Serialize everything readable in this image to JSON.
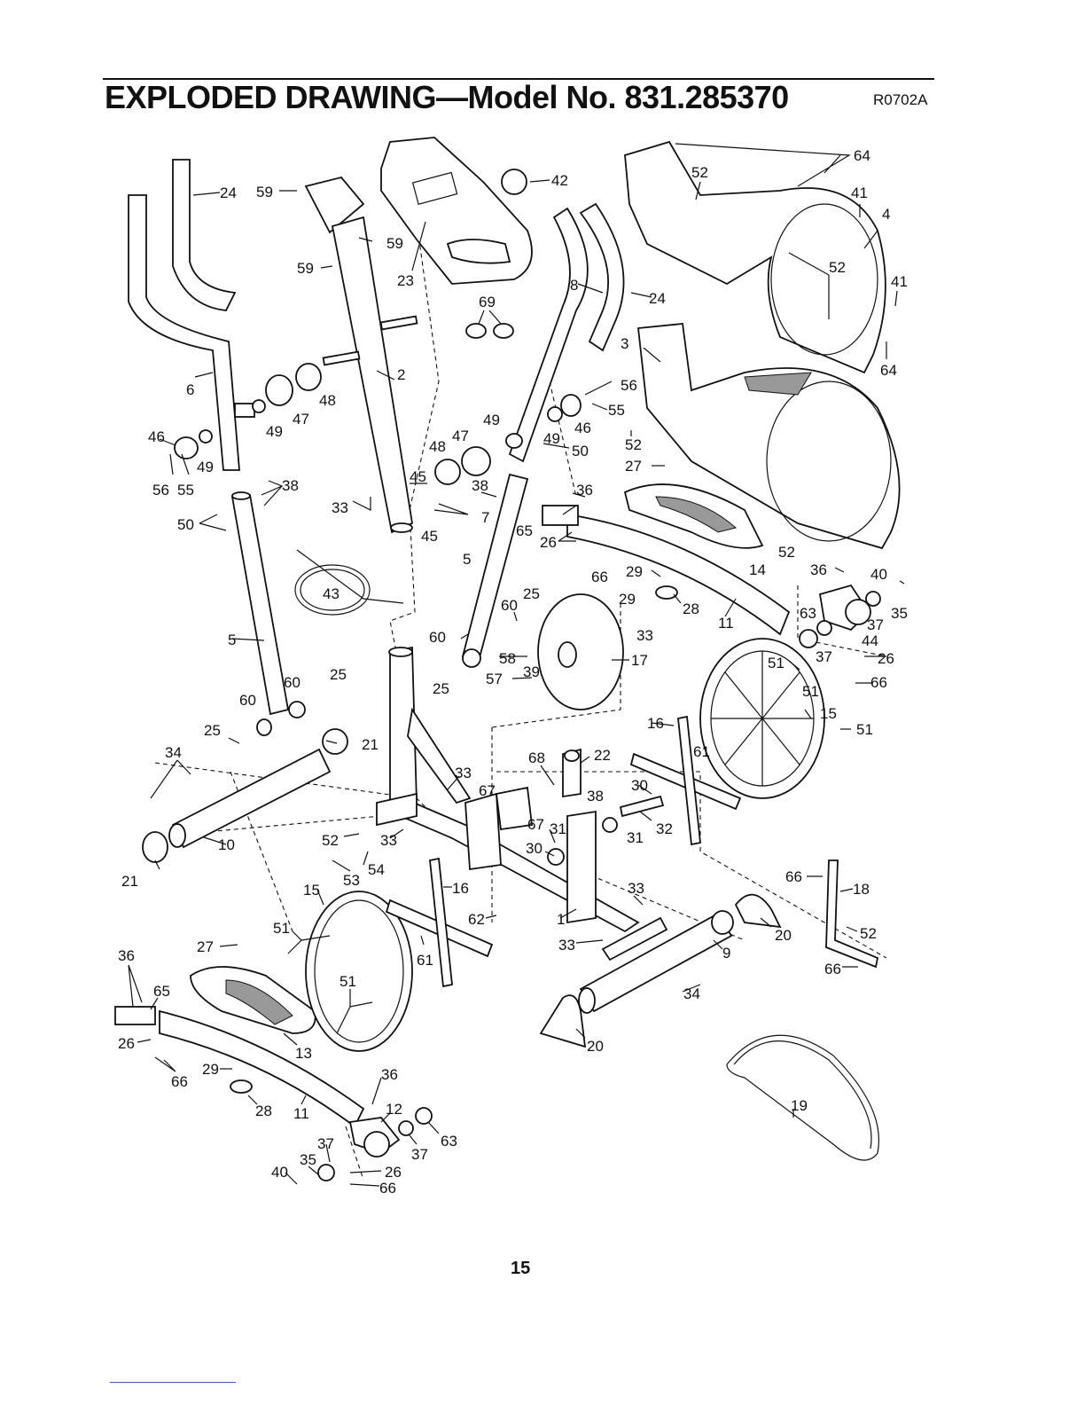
{
  "header": {
    "title": "EXPLODED DRAWING—Model No. 831.285370",
    "code": "R0702A"
  },
  "footer": {
    "page_number": "15"
  },
  "callouts": [
    {
      "id": "c24a",
      "text": "24"
    },
    {
      "id": "c59a",
      "text": "59"
    },
    {
      "id": "c59b",
      "text": "59"
    },
    {
      "id": "c59c",
      "text": "59"
    },
    {
      "id": "c42",
      "text": "42"
    },
    {
      "id": "c23",
      "text": "23"
    },
    {
      "id": "c69",
      "text": "69"
    },
    {
      "id": "c8",
      "text": "8"
    },
    {
      "id": "c24b",
      "text": "24"
    },
    {
      "id": "c64a",
      "text": "64"
    },
    {
      "id": "c52a",
      "text": "52"
    },
    {
      "id": "c41a",
      "text": "41"
    },
    {
      "id": "c4",
      "text": "4"
    },
    {
      "id": "c52b",
      "text": "52"
    },
    {
      "id": "c41b",
      "text": "41"
    },
    {
      "id": "c64b",
      "text": "64"
    },
    {
      "id": "c3",
      "text": "3"
    },
    {
      "id": "c6",
      "text": "6"
    },
    {
      "id": "c2",
      "text": "2"
    },
    {
      "id": "c48a",
      "text": "48"
    },
    {
      "id": "c47a",
      "text": "47"
    },
    {
      "id": "c49a",
      "text": "49"
    },
    {
      "id": "c46a",
      "text": "46"
    },
    {
      "id": "c49b",
      "text": "49"
    },
    {
      "id": "c56a",
      "text": "56"
    },
    {
      "id": "c55a",
      "text": "55"
    },
    {
      "id": "c56b",
      "text": "56"
    },
    {
      "id": "c55b",
      "text": "55"
    },
    {
      "id": "c49c",
      "text": "49"
    },
    {
      "id": "c47b",
      "text": "47"
    },
    {
      "id": "c48b",
      "text": "48"
    },
    {
      "id": "c49d",
      "text": "49"
    },
    {
      "id": "c46b",
      "text": "46"
    },
    {
      "id": "c52c",
      "text": "52"
    },
    {
      "id": "c50a",
      "text": "50"
    },
    {
      "id": "c45a",
      "text": "45"
    },
    {
      "id": "c38a",
      "text": "38"
    },
    {
      "id": "c38b",
      "text": "38"
    },
    {
      "id": "c36a",
      "text": "36"
    },
    {
      "id": "c27a",
      "text": "27"
    },
    {
      "id": "c33a",
      "text": "33"
    },
    {
      "id": "c7",
      "text": "7"
    },
    {
      "id": "c45b",
      "text": "45"
    },
    {
      "id": "c50b",
      "text": "50"
    },
    {
      "id": "c65a",
      "text": "65"
    },
    {
      "id": "c26a",
      "text": "26"
    },
    {
      "id": "c66a",
      "text": "66"
    },
    {
      "id": "c14",
      "text": "14"
    },
    {
      "id": "c52d",
      "text": "52"
    },
    {
      "id": "c5a",
      "text": "5"
    },
    {
      "id": "c29a",
      "text": "29"
    },
    {
      "id": "c28a",
      "text": "28"
    },
    {
      "id": "c36b",
      "text": "36"
    },
    {
      "id": "c40a",
      "text": "40"
    },
    {
      "id": "c43",
      "text": "43"
    },
    {
      "id": "c60a",
      "text": "60"
    },
    {
      "id": "c25a",
      "text": "25"
    },
    {
      "id": "c29b",
      "text": "29"
    },
    {
      "id": "c33b",
      "text": "33"
    },
    {
      "id": "c11a",
      "text": "11"
    },
    {
      "id": "c63a",
      "text": "63"
    },
    {
      "id": "c37a",
      "text": "37"
    },
    {
      "id": "c35a",
      "text": "35"
    },
    {
      "id": "c44",
      "text": "44"
    },
    {
      "id": "c5b",
      "text": "5"
    },
    {
      "id": "c60b",
      "text": "60"
    },
    {
      "id": "c58",
      "text": "58"
    },
    {
      "id": "c17",
      "text": "17"
    },
    {
      "id": "c37b",
      "text": "37"
    },
    {
      "id": "c26b",
      "text": "26"
    },
    {
      "id": "c51a",
      "text": "51"
    },
    {
      "id": "c51b",
      "text": "51"
    },
    {
      "id": "c66b",
      "text": "66"
    },
    {
      "id": "c60c",
      "text": "60"
    },
    {
      "id": "c25b",
      "text": "25"
    },
    {
      "id": "c57",
      "text": "57"
    },
    {
      "id": "c39",
      "text": "39"
    },
    {
      "id": "c25c",
      "text": "25"
    },
    {
      "id": "c60d",
      "text": "60"
    },
    {
      "id": "c15a",
      "text": "15"
    },
    {
      "id": "c51c",
      "text": "51"
    },
    {
      "id": "c16a",
      "text": "16"
    },
    {
      "id": "c25d",
      "text": "25"
    },
    {
      "id": "c21a",
      "text": "21"
    },
    {
      "id": "c34a",
      "text": "34"
    },
    {
      "id": "c68",
      "text": "68"
    },
    {
      "id": "c22",
      "text": "22"
    },
    {
      "id": "c61a",
      "text": "61"
    },
    {
      "id": "c33c",
      "text": "33"
    },
    {
      "id": "c38c",
      "text": "38"
    },
    {
      "id": "c30a",
      "text": "30"
    },
    {
      "id": "c67a",
      "text": "67"
    },
    {
      "id": "c67b",
      "text": "67"
    },
    {
      "id": "c31a",
      "text": "31"
    },
    {
      "id": "c32",
      "text": "32"
    },
    {
      "id": "c31b",
      "text": "31"
    },
    {
      "id": "c10",
      "text": "10"
    },
    {
      "id": "c52e",
      "text": "52"
    },
    {
      "id": "c33d",
      "text": "33"
    },
    {
      "id": "c30b",
      "text": "30"
    },
    {
      "id": "c21b",
      "text": "21"
    },
    {
      "id": "c53",
      "text": "53"
    },
    {
      "id": "c54",
      "text": "54"
    },
    {
      "id": "c15b",
      "text": "15"
    },
    {
      "id": "c16b",
      "text": "16"
    },
    {
      "id": "c33e",
      "text": "33"
    },
    {
      "id": "c66c",
      "text": "66"
    },
    {
      "id": "c18",
      "text": "18"
    },
    {
      "id": "c62",
      "text": "62"
    },
    {
      "id": "c1",
      "text": "1"
    },
    {
      "id": "c20a",
      "text": "20"
    },
    {
      "id": "c52f",
      "text": "52"
    },
    {
      "id": "c51d",
      "text": "51"
    },
    {
      "id": "c61b",
      "text": "61"
    },
    {
      "id": "c33f",
      "text": "33"
    },
    {
      "id": "c9",
      "text": "9"
    },
    {
      "id": "c66d",
      "text": "66"
    },
    {
      "id": "c36c",
      "text": "36"
    },
    {
      "id": "c27b",
      "text": "27"
    },
    {
      "id": "c65b",
      "text": "65"
    },
    {
      "id": "c51e",
      "text": "51"
    },
    {
      "id": "c34b",
      "text": "34"
    },
    {
      "id": "c20b",
      "text": "20"
    },
    {
      "id": "c26c",
      "text": "26"
    },
    {
      "id": "c13",
      "text": "13"
    },
    {
      "id": "c66e",
      "text": "66"
    },
    {
      "id": "c29c",
      "text": "29"
    },
    {
      "id": "c36d",
      "text": "36"
    },
    {
      "id": "c28b",
      "text": "28"
    },
    {
      "id": "c11b",
      "text": "11"
    },
    {
      "id": "c12",
      "text": "12"
    },
    {
      "id": "c19",
      "text": "19"
    },
    {
      "id": "c37c",
      "text": "37"
    },
    {
      "id": "c63b",
      "text": "63"
    },
    {
      "id": "c37d",
      "text": "37"
    },
    {
      "id": "c35b",
      "text": "35"
    },
    {
      "id": "c40b",
      "text": "40"
    },
    {
      "id": "c26d",
      "text": "26"
    },
    {
      "id": "c66f",
      "text": "66"
    }
  ]
}
